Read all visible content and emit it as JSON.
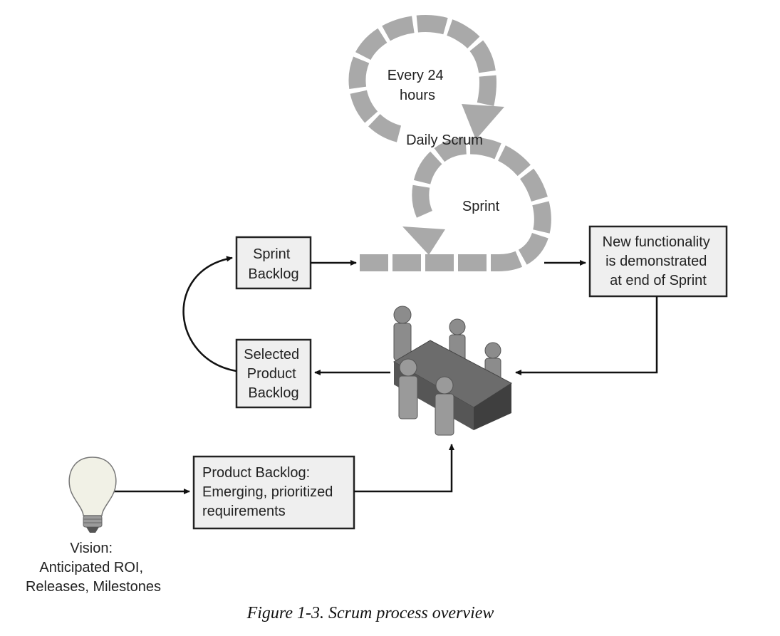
{
  "loops": {
    "daily": {
      "label_lines": [
        "Every 24",
        "hours"
      ]
    },
    "daily_scrum_label": "Daily Scrum",
    "sprint_label": "Sprint"
  },
  "boxes": {
    "sprint_backlog": [
      "Sprint",
      "Backlog"
    ],
    "selected_backlog": [
      "Selected",
      "Product",
      "Backlog"
    ],
    "product_backlog": [
      "Product Backlog:",
      "Emerging, prioritized",
      "requirements"
    ],
    "new_functionality": [
      "New functionality",
      "is demonstrated",
      "at end of Sprint"
    ]
  },
  "vision": [
    "Vision:",
    "Anticipated ROI,",
    "Releases, Milestones"
  ],
  "caption": "Figure 1-3. Scrum process overview",
  "icons": [
    "lightbulb-icon",
    "team-meeting-icon"
  ]
}
